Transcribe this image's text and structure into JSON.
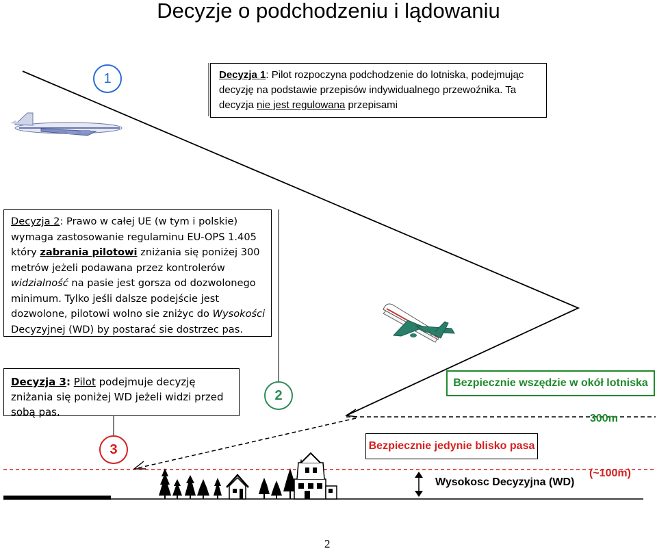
{
  "title": "Decyzje o podchodzeniu i lądowaniu",
  "markers": {
    "one": "1",
    "two": "2",
    "three": "3"
  },
  "decision1": {
    "label": "Decyzja 1",
    "text_a": ": Pilot rozpoczyna podchodzenie do lotniska, podejmując decyzję na podstawie przepisów indywidualnego przewoźnika. Ta decyzja ",
    "emph": "nie jest regulowana",
    "text_b": " przepisami"
  },
  "decision2": {
    "label": "Decyzja 2",
    "text_a": ": Prawo w całej UE (w tym i polskie) wymaga zastosowanie regulaminu EU-OPS 1.405 który ",
    "emph": "zabrania pilotowi",
    "text_b": " zniżania się poniżej 300 metrów jeżeli podawana przez kontrolerów ",
    "italic1": "widzialność",
    "text_c": " na pasie jest gorsza od dozwolonego minimum. Tylko jeśli dalsze podejście jest dozwolone, pilotowi wolno sie zniżyc do ",
    "italic2": "Wysokości",
    "text_d": " Decyzyjnej (WD) by postarać sie dostrzec pas."
  },
  "decision3": {
    "label": "Decyzja 3",
    "colon": ":",
    "emph": "Pilot",
    "text_a": " podejmuje decyzję zniżania się poniżej WD jeżeli widzi przed sobą pas."
  },
  "labels": {
    "safe_everywhere": "Bezpiecznie wszędzie w okół lotniska",
    "alt_300": "300m",
    "safe_near_runway": "Bezpiecznie jedynie blisko pasa",
    "decision_height": "Wysokosc Decyzyjna (WD)",
    "alt_100": "(~100m)"
  },
  "page_number": "2",
  "colors": {
    "blue": "#2b6cd9",
    "green": "#1f8a2e",
    "red": "#d42020"
  }
}
